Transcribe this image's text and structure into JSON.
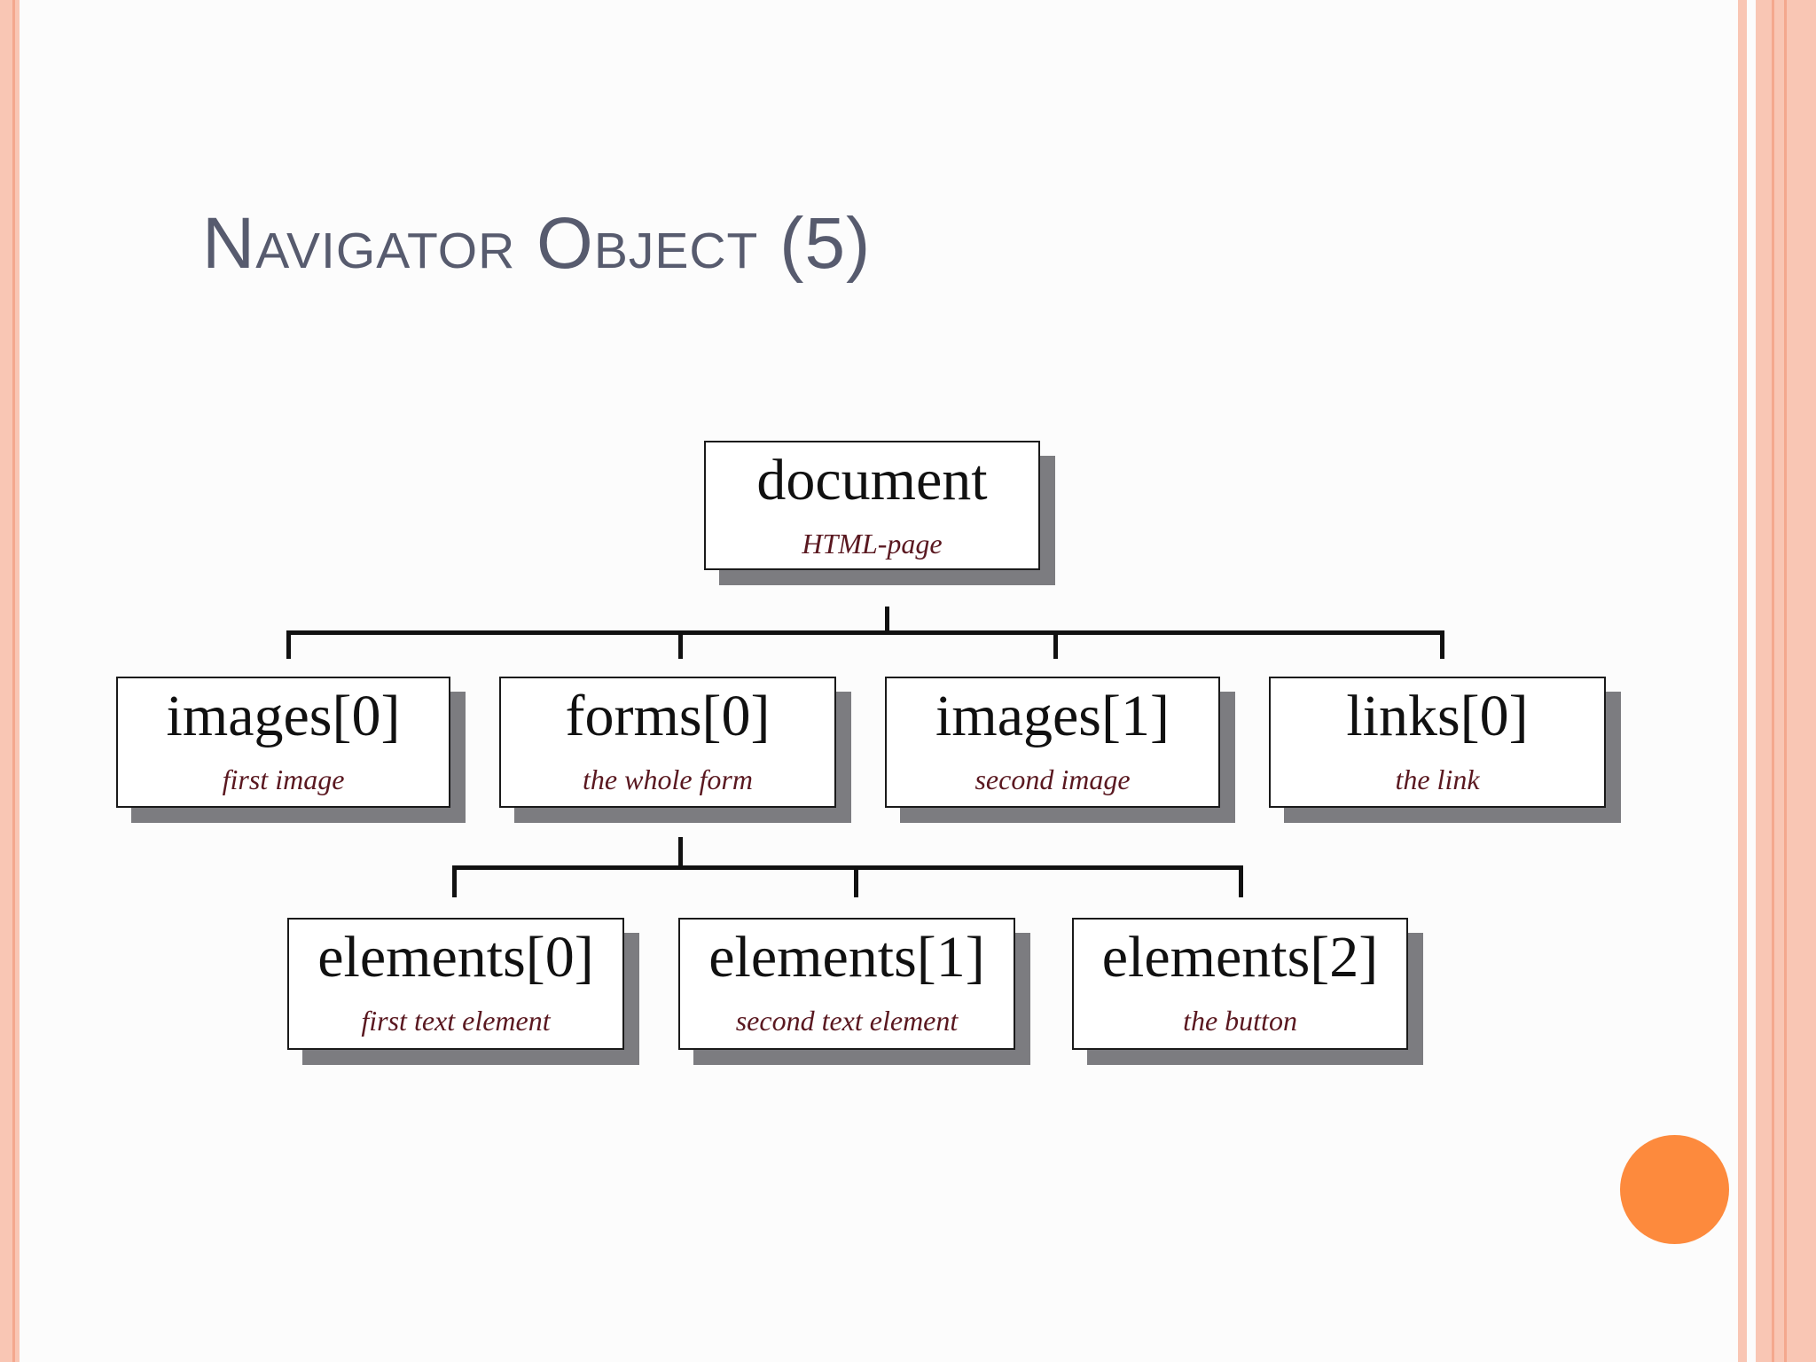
{
  "slide": {
    "title": "Navigator Object (5)",
    "accent_color": "#fd8a3d",
    "stripe_color": "#f9c6b4"
  },
  "diagram": {
    "root": {
      "label": "document",
      "sub": "HTML-page"
    },
    "level1": [
      {
        "label": "images[0]",
        "sub": "first image"
      },
      {
        "label": "forms[0]",
        "sub": "the whole form"
      },
      {
        "label": "images[1]",
        "sub": "second image"
      },
      {
        "label": "links[0]",
        "sub": "the link"
      }
    ],
    "level2": [
      {
        "label": "elements[0]",
        "sub": "first text element"
      },
      {
        "label": "elements[1]",
        "sub": "second text element"
      },
      {
        "label": "elements[2]",
        "sub": "the button"
      }
    ]
  }
}
